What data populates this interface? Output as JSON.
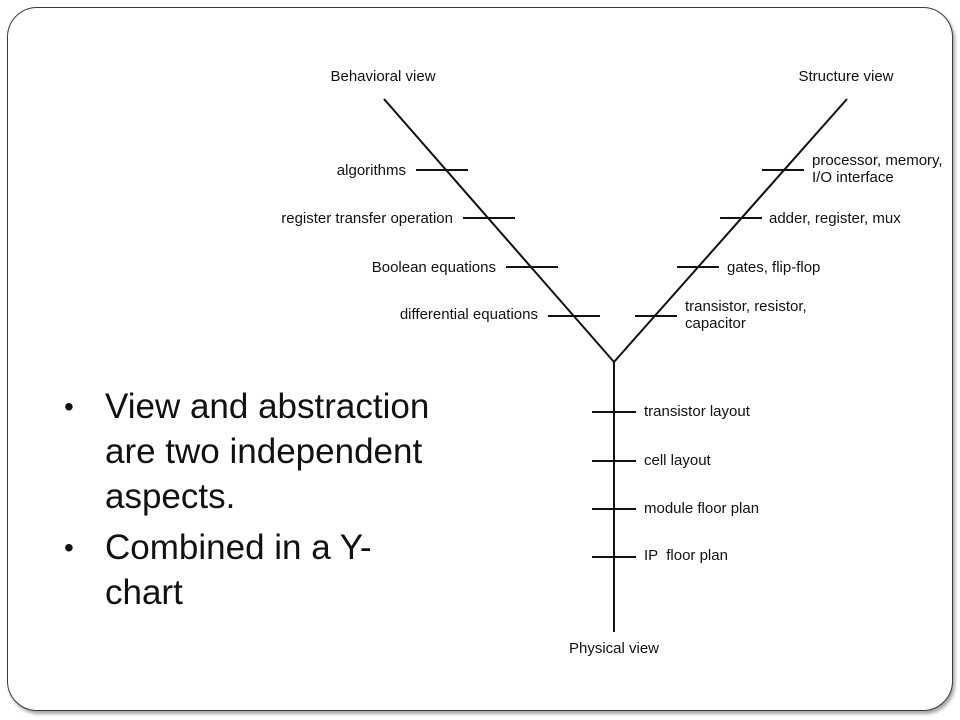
{
  "diagram": {
    "behavioral_label": "Behavioral view",
    "structure_label": "Structure view",
    "physical_label": "Physical view",
    "behavioral_levels": [
      "algorithms",
      "register transfer operation",
      "Boolean equations",
      "differential equations"
    ],
    "structure_levels": [
      [
        "processor, memory,",
        "I/O interface"
      ],
      [
        "adder, register, mux"
      ],
      [
        "gates, flip-flop"
      ],
      [
        "transistor, resistor,",
        "capacitor"
      ]
    ],
    "physical_levels": [
      "transistor layout",
      "cell layout",
      "module floor plan",
      "IP  floor plan"
    ]
  },
  "bullets": [
    {
      "line1": "View and abstraction",
      "line2": "are two independent",
      "line3": "aspects."
    },
    {
      "line1": "Combined in a Y-",
      "line2": "chart"
    }
  ]
}
